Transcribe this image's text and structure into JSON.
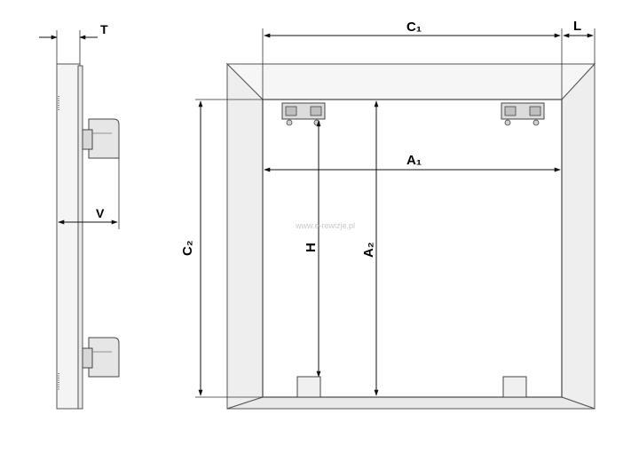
{
  "dimensions": {
    "side_view": {
      "thickness": "T",
      "depth": "V"
    },
    "front_view": {
      "outer_width": "C₁",
      "flange_width": "L",
      "inner_width": "A₁",
      "outer_height": "C₂",
      "inner_height": "A₂",
      "lock_spacing": "H"
    }
  },
  "watermark": "www.e-rewizje.pl",
  "colors": {
    "line": "#444444",
    "frame_face": "#f2f2f2",
    "bevel_dark": "#e6e6e6",
    "hardware": "#d6d6d6"
  }
}
